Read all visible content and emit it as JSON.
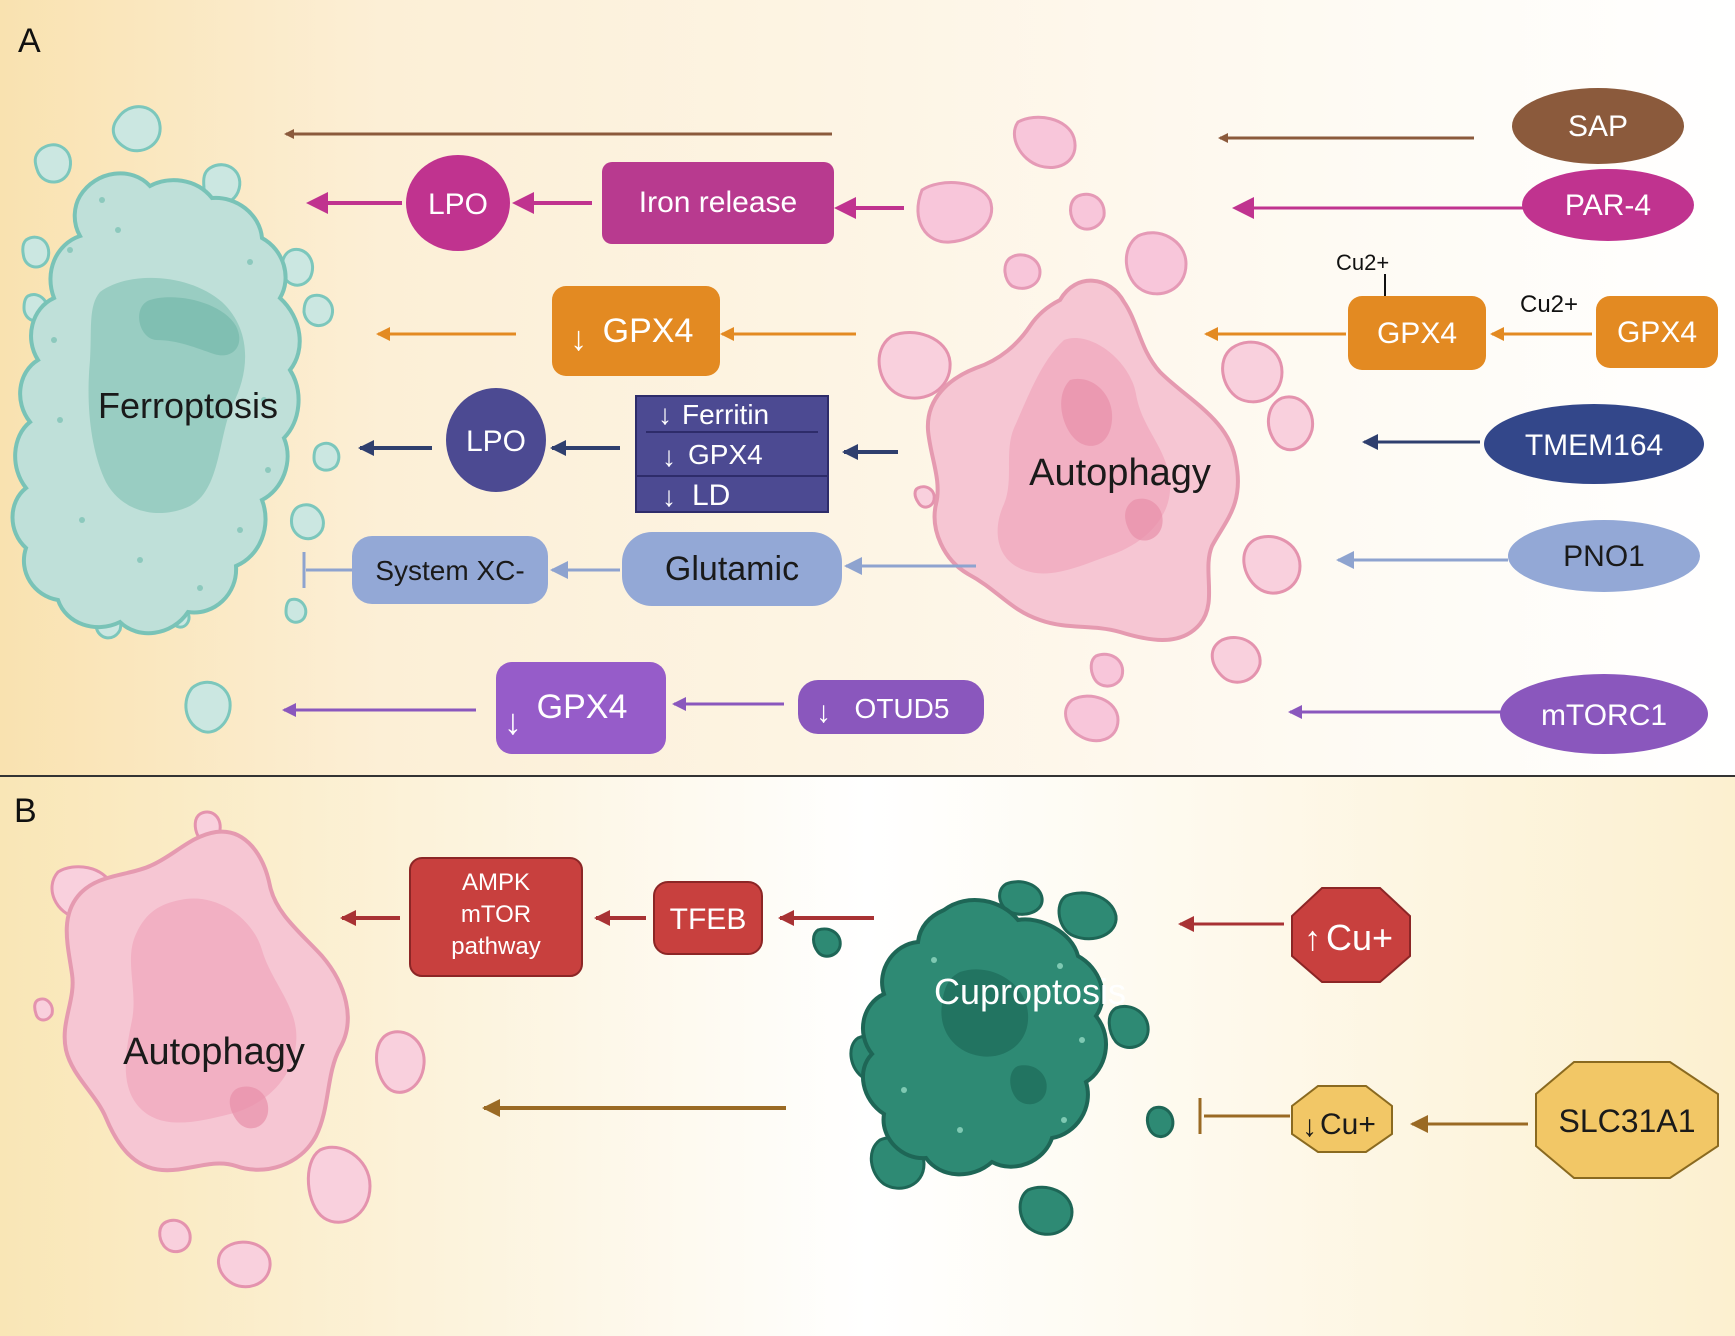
{
  "panels": {
    "a": {
      "label": "A"
    },
    "b": {
      "label": "B"
    }
  },
  "cells": {
    "ferroptosis": "Ferroptosis",
    "autophagy_a": "Autophagy",
    "cuproptosis": "Cuproptosis",
    "autophagy_b": "Autophagy"
  },
  "nodes": {
    "sap": "SAP",
    "par4": "PAR-4",
    "gpx4_right": "GPX4",
    "gpx4_mid": "GPX4",
    "cu_top": "Cu2+",
    "cu_mid": "Cu2+",
    "tmem164": "TMEM164",
    "pno1": "PNO1",
    "mtorc1": "mTORC1",
    "iron_release": "Iron release",
    "lpo_top": "LPO",
    "gpx4_down_orange": "GPX4",
    "ferritin": "Ferritin",
    "gpx4_box": "GPX4",
    "ld": "LD",
    "lpo_navy": "LPO",
    "glutamic": "Glutamic",
    "system_xc": "System XC-",
    "otud5": "OTUD5",
    "gpx4_purple": "GPX4",
    "ampk_line1": "AMPK",
    "ampk_line2": "mTOR",
    "ampk_line3": "pathway",
    "tfeb": "TFEB",
    "cu_up": "Cu+",
    "cu_down": "Cu+",
    "slc31a1": "SLC31A1"
  },
  "colors": {
    "brown": "#8B5A3C",
    "magenta": "#C0338F",
    "orange": "#E38A22",
    "navy": "#2F3F6E",
    "periwinkle": "#8EA3CF",
    "purple": "#8A57BD",
    "red": "#C8403E",
    "yellow": "#F2C766",
    "teal": "#2E8A74",
    "ferro_fill": "#BFE0D9",
    "pink_fill": "#F6C6D3"
  }
}
